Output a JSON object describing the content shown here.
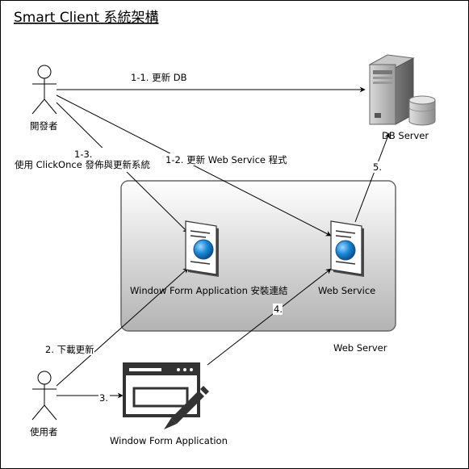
{
  "title": "Smart Client 系統架構",
  "actors": {
    "developer": "開發者",
    "user": "使用者"
  },
  "nodes": {
    "db_server": "DB Server",
    "web_server_group": "Web Server",
    "install_link": "Window Form Application 安裝連結",
    "web_service": "Web Service",
    "winform_app": "Window Form Application"
  },
  "edges": {
    "e1_1": "1-1. 更新 DB",
    "e1_2": "1-2. 更新 Web Service 程式",
    "e1_3_a": "1-3.",
    "e1_3_b": "使用 ClickOnce 發佈與更新系統",
    "e2": "2. 下載更新",
    "e3": "3.",
    "e4": "4.",
    "e5": "5."
  },
  "icons": {
    "actor": "stick-figure-icon",
    "server": "server-icon",
    "database": "database-cylinder-icon",
    "service": "web-service-document-icon",
    "application": "application-window-edit-icon"
  }
}
